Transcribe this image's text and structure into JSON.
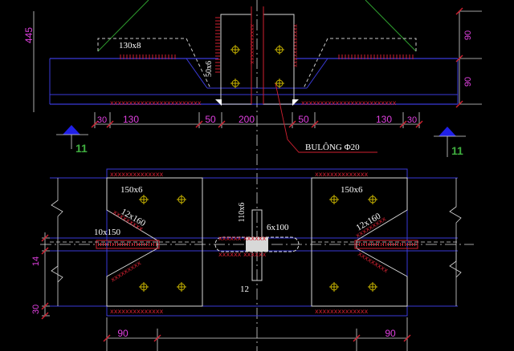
{
  "drawing": {
    "dims_top": {
      "height_445": "445",
      "right_90_a": "90",
      "right_90_b": "90",
      "bottom_30_left": "30",
      "bottom_130_left": "130",
      "bottom_50_left": "50",
      "bottom_200": "200",
      "bottom_50_right": "50",
      "bottom_130_right": "130",
      "bottom_30_right": "30"
    },
    "weld_labels_top": {
      "w130x8": "130x8",
      "w50x6": "50x6"
    },
    "bolt_callout": "BULÔNG Φ20",
    "section_marks": {
      "left": "11",
      "right": "11"
    },
    "plan_labels": {
      "left_150x6": "150x6",
      "right_150x6": "150x6",
      "left_12x160": "12x160",
      "right_12x160": "12x160",
      "left_10x150": "10x150",
      "center_110x6": "110x6",
      "center_6x100": "6x100",
      "center_12": "12"
    },
    "dims_plan": {
      "left_14": "14",
      "left_30": "30",
      "bottom_90_left": "90",
      "bottom_90_right": "90"
    },
    "colors": {
      "background": "#000000",
      "outline_blue": "#3a3ad8",
      "dimension_magenta": "#e040e0",
      "weld_red": "#d02030",
      "plate_green": "#2f9f2f",
      "bolt_yellow": "#c8b400",
      "arrow_blue": "#2020e8",
      "centerline_white": "#d8d8d8"
    }
  }
}
